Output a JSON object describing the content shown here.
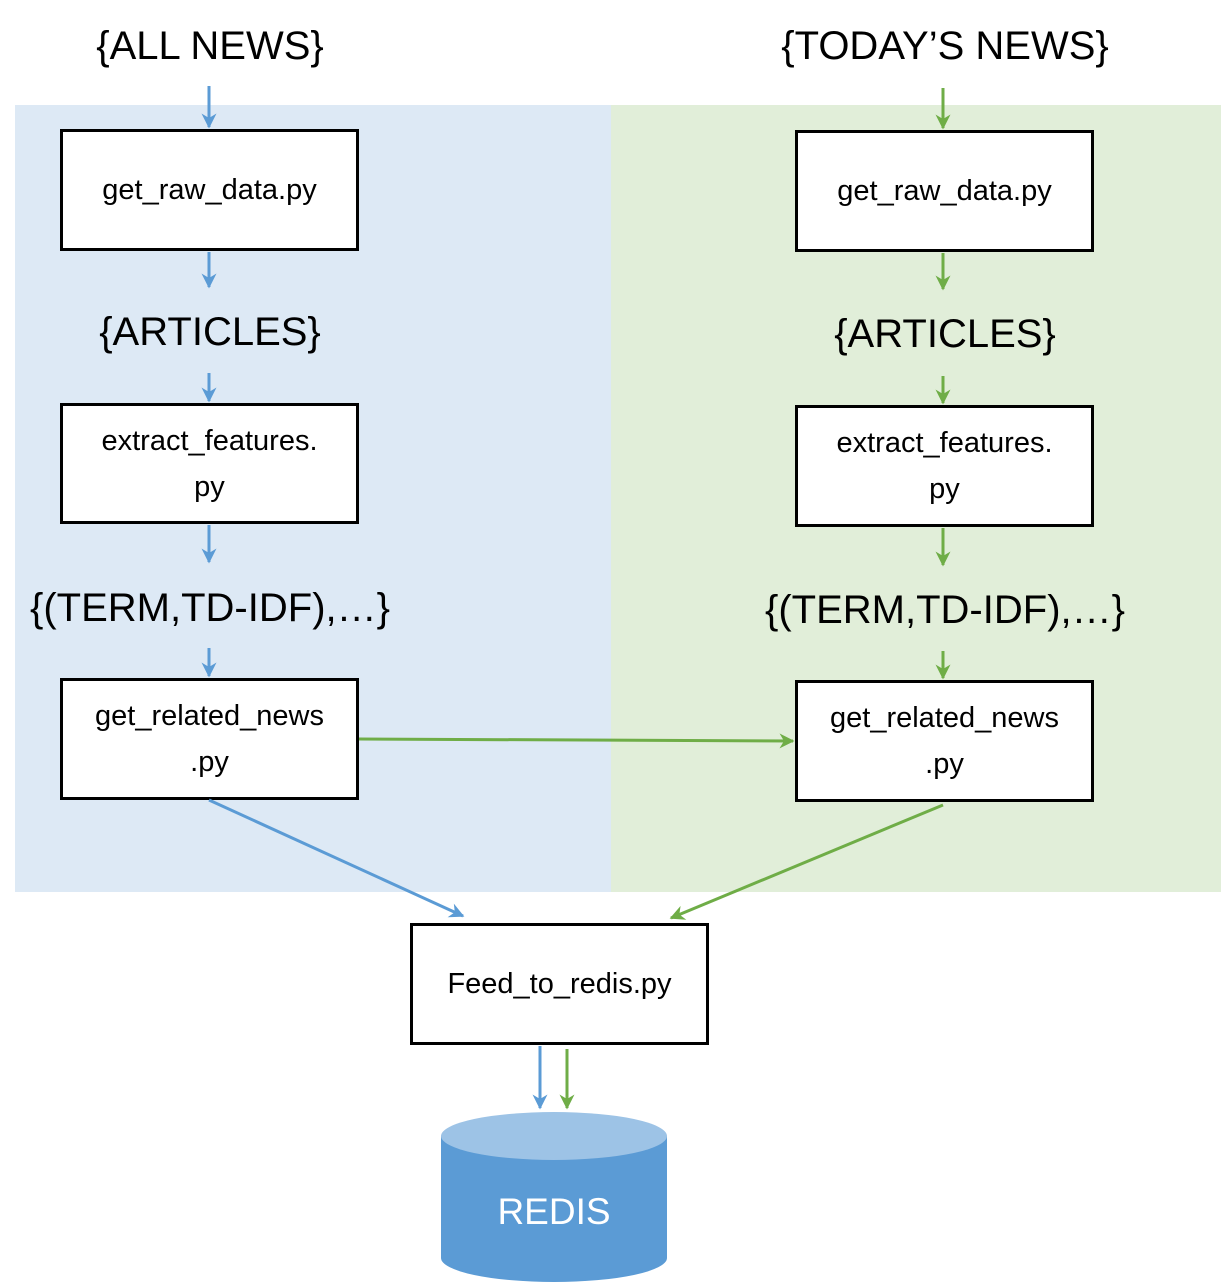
{
  "colors": {
    "left_panel": "#dde9f5",
    "right_panel": "#e1eed9",
    "blue_arrow": "#5b9bd5",
    "green_arrow": "#6fad47",
    "cylinder_body": "#5b9bd5",
    "cylinder_top": "#9dc3e6"
  },
  "left": {
    "input_label": "{ALL NEWS}",
    "step1": "get_raw_data.py",
    "articles_label": "{ARTICLES}",
    "step2_line1": "extract_features.",
    "step2_line2": "py",
    "terms_label": "{(TERM,TD-IDF),…}",
    "step3_line1": "get_related_news",
    "step3_line2": ".py"
  },
  "right": {
    "input_label": "{TODAY’S NEWS}",
    "step1": "get_raw_data.py",
    "articles_label": "{ARTICLES}",
    "step2_line1": "extract_features.",
    "step2_line2": "py",
    "terms_label": "{(TERM,TD-IDF),…}",
    "step3_line1": "get_related_news",
    "step3_line2": ".py"
  },
  "sink": {
    "feed": "Feed_to_redis.py",
    "db": "REDIS"
  }
}
